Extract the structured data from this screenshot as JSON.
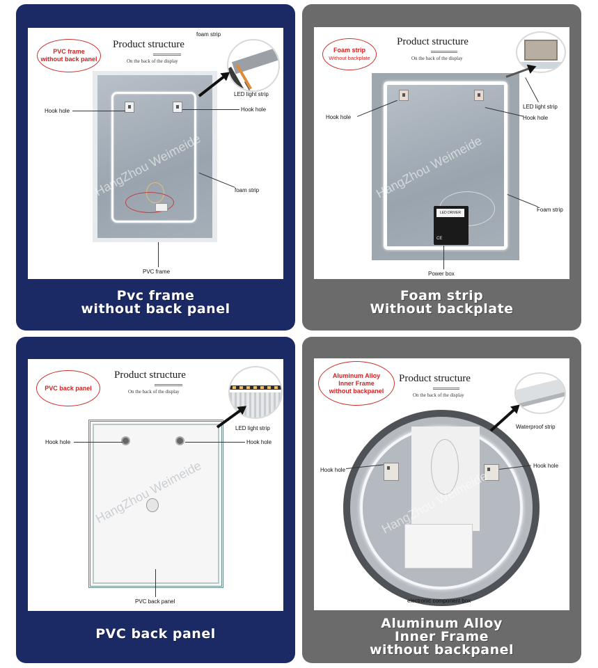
{
  "common": {
    "title": "Product structure",
    "subtitle": "On the back of the display",
    "watermark": "HangZhou Weimeide"
  },
  "panels": [
    {
      "caption_lines": [
        "Pvc frame",
        "without back panel"
      ],
      "bubble_lines": [
        "PVC frame",
        "without back panel"
      ],
      "labels": {
        "foam_strip_top": "foam strip",
        "led_light_strip": "LED light strip",
        "hook_hole_left": "Hook hole",
        "hook_hole_right": "Hook hole",
        "foam_strip": "foam strip",
        "pvc_frame": "PVC  frame"
      }
    },
    {
      "caption_lines": [
        "Foam strip",
        "Without backplate"
      ],
      "bubble_lines": [
        "Foam strip",
        "Without backplate"
      ],
      "labels": {
        "led_light_strip": "LED light strip",
        "hook_hole_left": "Hook hole",
        "hook_hole_right": "Hook hole",
        "foam_strip": "Foam strip",
        "power_box": "Power box",
        "power_box_tag": "LED DRIVER"
      }
    },
    {
      "caption_lines": [
        "PVC back panel"
      ],
      "bubble_lines": [
        "PVC back panel"
      ],
      "labels": {
        "led_light_strip": "LED light strip",
        "hook_hole_left": "Hook hole",
        "hook_hole_right": "Hook hole",
        "pvc_back_panel": "PVC back panel"
      }
    },
    {
      "caption_lines": [
        "Aluminum Alloy",
        "Inner Frame",
        "without backpanel"
      ],
      "bubble_lines": [
        "Aluminum Alloy",
        "Inner Frame",
        "without backpanel"
      ],
      "labels": {
        "waterproof_strip": "Waterproof strip",
        "hook_hole_left": "Hook hole",
        "hook_hole_right": "Hook hole",
        "electronic_component_box": "electronic component box"
      }
    }
  ],
  "colors": {
    "navy_card": "#1b2a64",
    "gray_card": "#6b6b6b",
    "bubble_red": "#d61f1f"
  }
}
